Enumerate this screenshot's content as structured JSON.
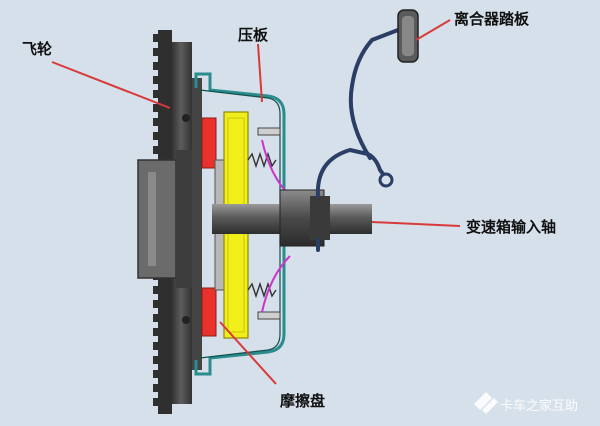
{
  "labels": {
    "flywheel": "飞轮",
    "pressure_plate": "压板",
    "clutch_pedal": "离合器踏板",
    "gearbox_input_shaft": "变速箱输入轴",
    "friction_disc": "摩擦盘"
  },
  "watermark": {
    "text": "卡车之家互助",
    "icon": "logo-icon"
  },
  "colors": {
    "background": "#d6e0ea",
    "flywheel": "#3a3a3a",
    "friction": "#e8322b",
    "pressure_plate": "#f2ee1a",
    "cover": "#2a8c8c",
    "shaft": "#4d4d4d",
    "spring": "#333333",
    "pink_link": "#cc33cc",
    "leader_line": "#d83a3a"
  }
}
